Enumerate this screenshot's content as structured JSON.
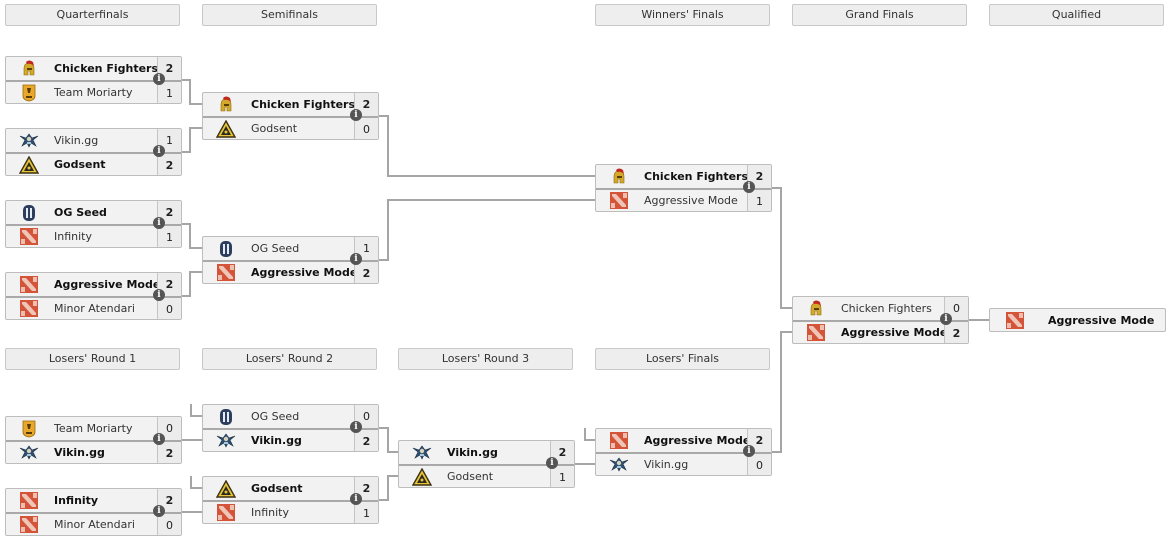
{
  "headers": {
    "upper": [
      "Quarterfinals",
      "Semifinals",
      "Winners' Finals",
      "Grand Finals",
      "Qualified"
    ],
    "lower": [
      "Losers' Round 1",
      "Losers' Round 2",
      "Losers' Round 3",
      "Losers' Finals"
    ]
  },
  "colors": {
    "line": "#a5a5a5",
    "box_bg": "#f2f2f2",
    "header_bg": "#eeeeee",
    "info_icon": "#555555"
  },
  "matches": {
    "qf1": {
      "teams": [
        {
          "name": "Chicken Fighters",
          "logo": "spartan-helmet",
          "score": "2",
          "win": true
        },
        {
          "name": "Team Moriarty",
          "logo": "moriarty-shield",
          "score": "1",
          "win": false
        }
      ]
    },
    "qf2": {
      "teams": [
        {
          "name": "Vikin.gg",
          "logo": "viking",
          "score": "1",
          "win": false
        },
        {
          "name": "Godsent",
          "logo": "godsent-triangle",
          "score": "2",
          "win": true
        }
      ]
    },
    "qf3": {
      "teams": [
        {
          "name": "OG Seed",
          "logo": "og",
          "score": "2",
          "win": true
        },
        {
          "name": "Infinity",
          "logo": "dota",
          "score": "1",
          "win": false
        }
      ]
    },
    "qf4": {
      "teams": [
        {
          "name": "Aggressive Mode",
          "logo": "dota",
          "score": "2",
          "win": true
        },
        {
          "name": "Minor Atendari",
          "logo": "dota",
          "score": "0",
          "win": false
        }
      ]
    },
    "sf1": {
      "teams": [
        {
          "name": "Chicken Fighters",
          "logo": "spartan-helmet",
          "score": "2",
          "win": true
        },
        {
          "name": "Godsent",
          "logo": "godsent-triangle",
          "score": "0",
          "win": false
        }
      ]
    },
    "sf2": {
      "teams": [
        {
          "name": "OG Seed",
          "logo": "og",
          "score": "1",
          "win": false
        },
        {
          "name": "Aggressive Mode",
          "logo": "dota",
          "score": "2",
          "win": true
        }
      ]
    },
    "wf": {
      "teams": [
        {
          "name": "Chicken Fighters",
          "logo": "spartan-helmet",
          "score": "2",
          "win": true
        },
        {
          "name": "Aggressive Mode",
          "logo": "dota",
          "score": "1",
          "win": false
        }
      ]
    },
    "gf": {
      "teams": [
        {
          "name": "Chicken Fighters",
          "logo": "spartan-helmet",
          "score": "0",
          "win": false
        },
        {
          "name": "Aggressive Mode",
          "logo": "dota",
          "score": "2",
          "win": true
        }
      ]
    },
    "lr1a": {
      "teams": [
        {
          "name": "Team Moriarty",
          "logo": "moriarty-shield",
          "score": "0",
          "win": false
        },
        {
          "name": "Vikin.gg",
          "logo": "viking",
          "score": "2",
          "win": true
        }
      ]
    },
    "lr1b": {
      "teams": [
        {
          "name": "Infinity",
          "logo": "dota",
          "score": "2",
          "win": true
        },
        {
          "name": "Minor Atendari",
          "logo": "dota",
          "score": "0",
          "win": false
        }
      ]
    },
    "lr2a": {
      "teams": [
        {
          "name": "OG Seed",
          "logo": "og",
          "score": "0",
          "win": false
        },
        {
          "name": "Vikin.gg",
          "logo": "viking",
          "score": "2",
          "win": true
        }
      ]
    },
    "lr2b": {
      "teams": [
        {
          "name": "Godsent",
          "logo": "godsent-triangle",
          "score": "2",
          "win": true
        },
        {
          "name": "Infinity",
          "logo": "dota",
          "score": "1",
          "win": false
        }
      ]
    },
    "lr3": {
      "teams": [
        {
          "name": "Vikin.gg",
          "logo": "viking",
          "score": "2",
          "win": true
        },
        {
          "name": "Godsent",
          "logo": "godsent-triangle",
          "score": "1",
          "win": false
        }
      ]
    },
    "lf": {
      "teams": [
        {
          "name": "Aggressive Mode",
          "logo": "dota",
          "score": "2",
          "win": true
        },
        {
          "name": "Vikin.gg",
          "logo": "viking",
          "score": "0",
          "win": false
        }
      ]
    }
  },
  "qualified": {
    "name": "Aggressive Mode",
    "logo": "dota"
  },
  "info_glyph": "i"
}
